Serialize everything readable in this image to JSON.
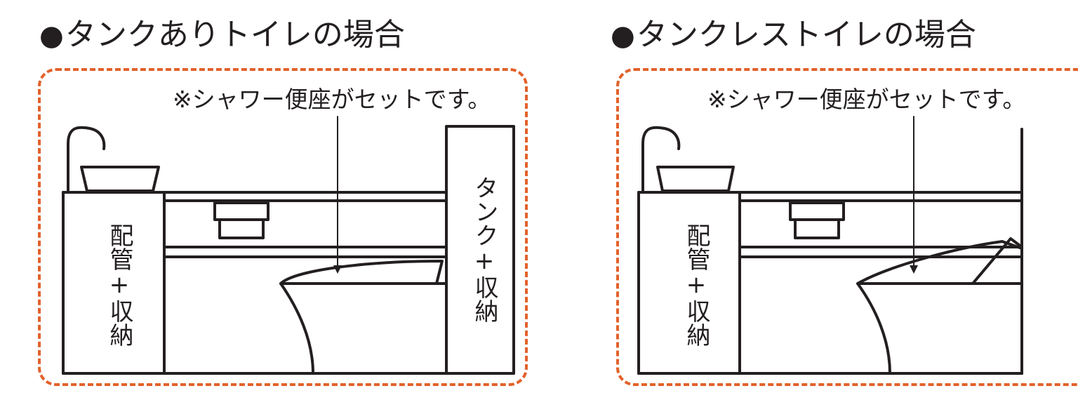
{
  "panels": [
    {
      "heading": "タンクありトイレの場合",
      "note": "※シャワー便座がセットです。",
      "label_pipe": "配管+収納",
      "label_tank": "タンク+収納"
    },
    {
      "heading": "タンクレストイレの場合",
      "note": "※シャワー便座がセットです。",
      "label_pipe": "配管+収納"
    }
  ],
  "bullet": "●",
  "colors": {
    "frame": "#e2622b",
    "line": "#231f20"
  },
  "icons": [
    "faucet-icon",
    "sink-bowl-icon",
    "toilet-icon",
    "paper-holder-icon"
  ]
}
